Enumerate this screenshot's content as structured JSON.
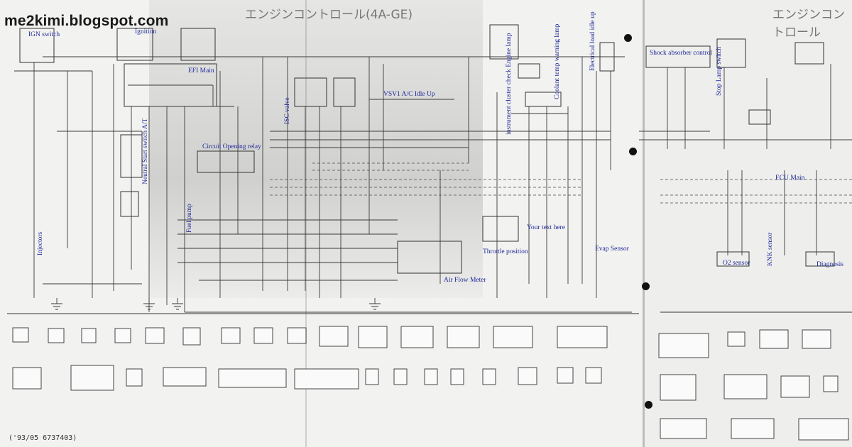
{
  "site": {
    "watermark": "me2kimi.blogspot.com"
  },
  "diagram": {
    "title_left": "エンジンコントロール(4A-GE)",
    "title_right": "エンジンコントロール",
    "footer": "('93/05 6737403)"
  },
  "labels": {
    "ign_switch": "IGN switch",
    "ignition": "Ignition",
    "efi_main": "EFI Main",
    "isc_valve": "ISC valve",
    "vsv1": "VSV1 A/C Idle Up",
    "instrument_cluster": "instrument cluster check Engine lamp",
    "coolant": "Coolant temp warning lamp",
    "electrical_load": "Electrical load idle up",
    "shock_absorber": "Shock absorber control",
    "stop_lamp": "Stop Lamp switch",
    "neutral_start": "Neutral Start switch A/T",
    "circuit_opening": "Circuit Opening relay",
    "fuel_pump": "Fuel pump",
    "injectors": "Injectors",
    "throttle_position": "Throttle position",
    "your_text": "Your text here",
    "evap_sensor": "Evap Sensor",
    "ecu_main": "ECU Main",
    "knk_sensor": "KNK sensor",
    "o2_sensor": "O2 sensor",
    "diagnosis": "Diagnosis",
    "air_flow_meter": "Air Flow Meter"
  }
}
